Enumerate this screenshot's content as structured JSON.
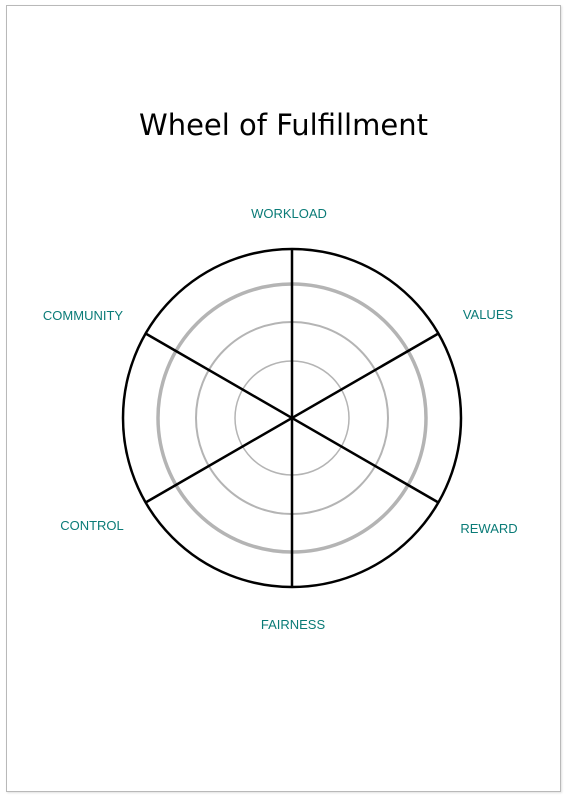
{
  "diagram": {
    "title": "Wheel of Fulfillment",
    "label_color": "#0a7b77",
    "segments": [
      {
        "label": "WORKLOAD"
      },
      {
        "label": "VALUES"
      },
      {
        "label": "REWARD"
      },
      {
        "label": "FAIRNESS"
      },
      {
        "label": "CONTROL"
      },
      {
        "label": "COMMUNITY"
      }
    ]
  }
}
